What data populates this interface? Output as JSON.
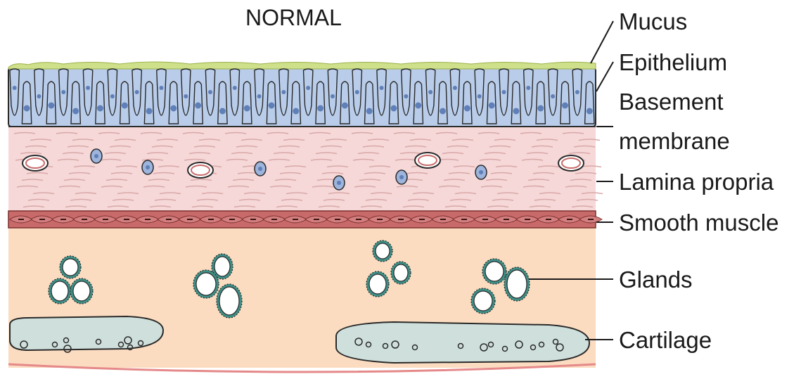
{
  "title": "NORMAL",
  "labels": {
    "mucus": "Mucus",
    "epithelium": "Epithelium",
    "basement_line1": "Basement",
    "basement_line2": "membrane",
    "lamina_propria": "Lamina propria",
    "smooth_muscle": "Smooth muscle",
    "glands": "Glands",
    "cartilage": "Cartilage"
  },
  "colors": {
    "mucus": "#cfe08a",
    "epithelium": "#b9cdea",
    "nucleus": "#5f7fb8",
    "lamina_propria": "#f6d8d8",
    "smooth_muscle": "#c96a6a",
    "submucosa": "#fbdcc0",
    "gland_ring": "#3f8f86",
    "cartilage": "#cfe0dc",
    "outline": "#2a2a2a"
  }
}
